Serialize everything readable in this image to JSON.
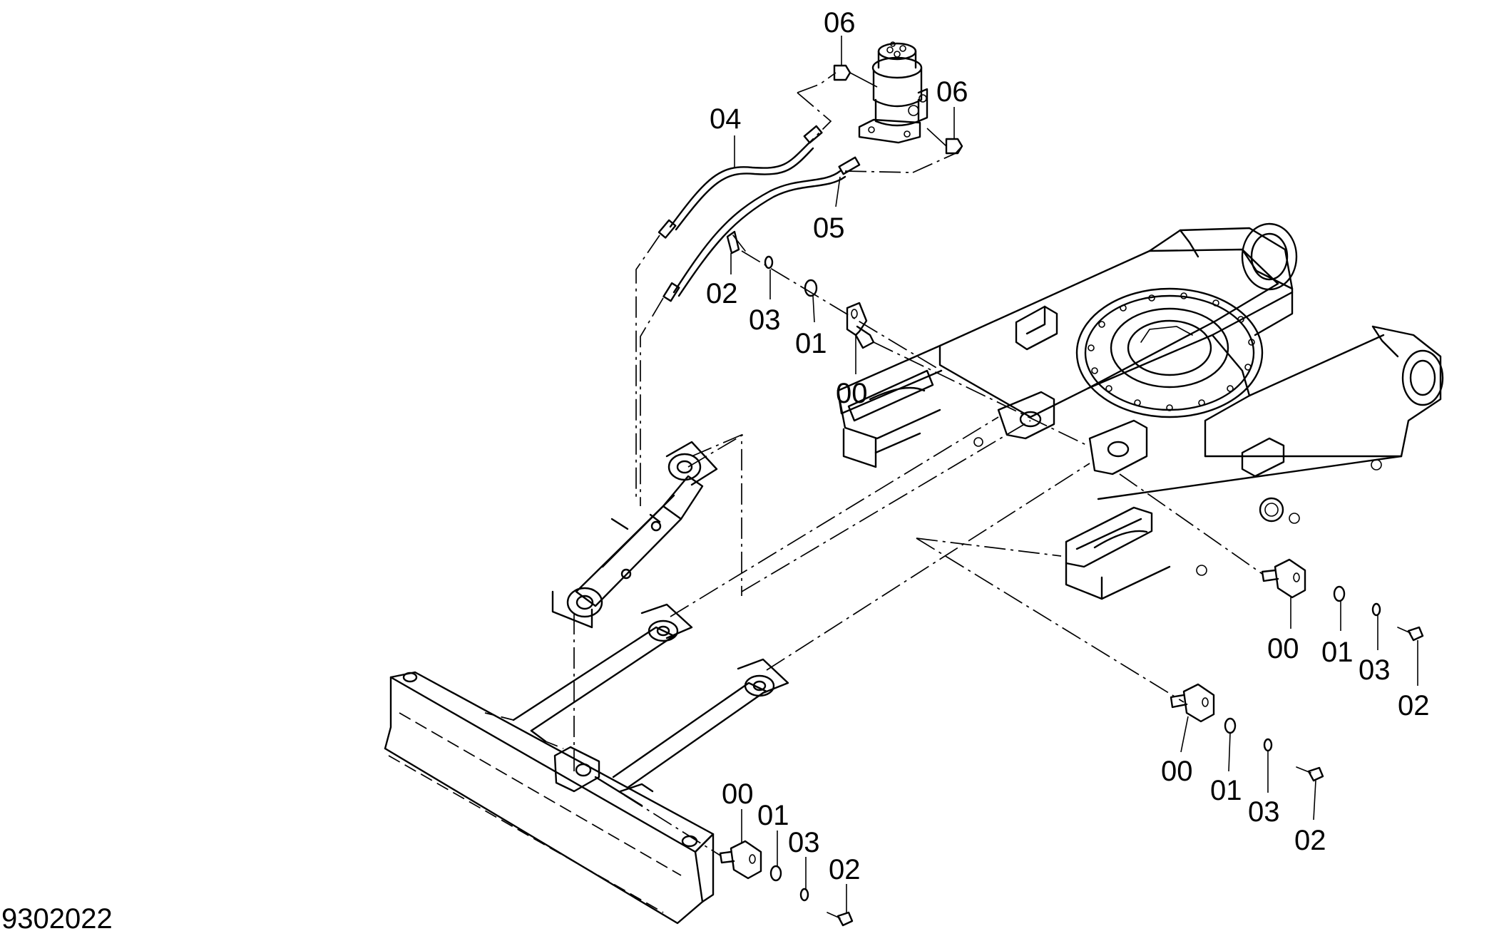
{
  "drawing_number": "9302022",
  "callouts": {
    "swivel_bolt_top": "06",
    "swivel_bolt_right": "06",
    "hose_a": "04",
    "hose_b": "05",
    "pin1_bolt": "02",
    "pin1_washer": "03",
    "pin1_collar": "01",
    "pin1_pin": "00",
    "pin2_pin": "00",
    "pin2_collar": "01",
    "pin2_washer": "03",
    "pin2_bolt": "02",
    "pin3_pin": "00",
    "pin3_collar": "01",
    "pin3_washer": "03",
    "pin3_bolt": "02",
    "pin4_pin": "00",
    "pin4_collar": "01",
    "pin4_washer": "03",
    "pin4_bolt": "02"
  }
}
